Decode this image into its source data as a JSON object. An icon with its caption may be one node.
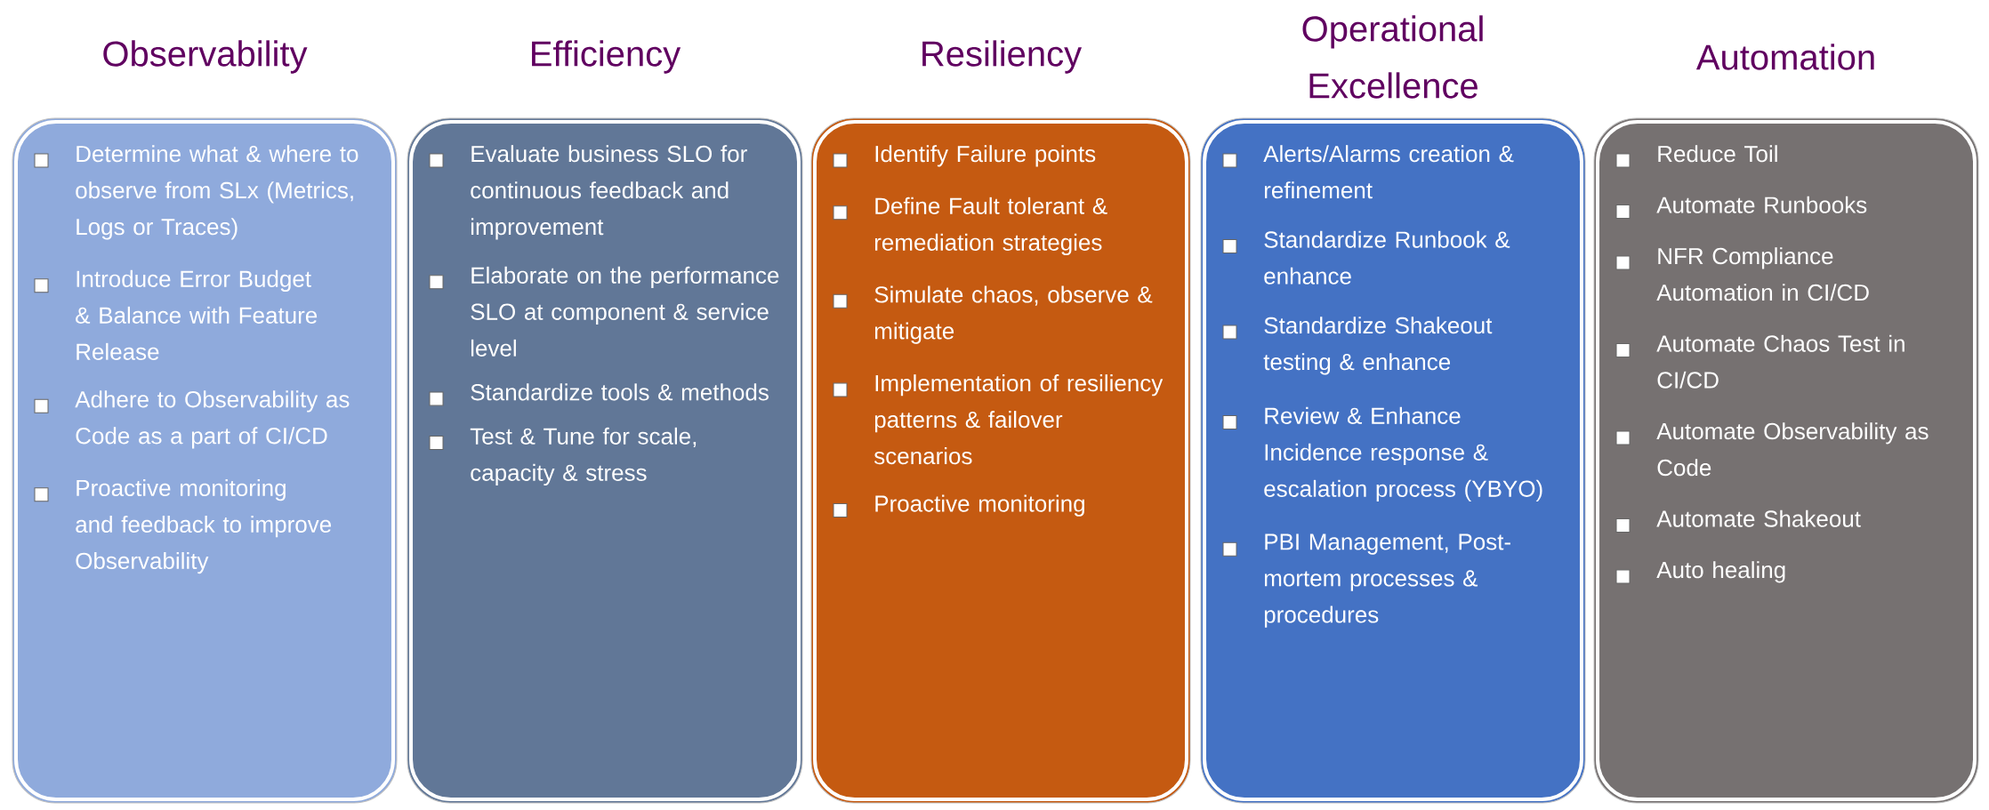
{
  "diagram": {
    "nodes": [
      {
        "text": [
          "Observability",
          "Determine what & where to observe from SLx (Metrics, Logs or Traces)",
          "Introduce Error Budget & Balance  with Feature Release",
          "Adhere to Observability as Code as a part of CI/CD",
          "Proactive monitoring and feedback to improve Observability"
        ]
      },
      {
        "text": [
          "Efficiency",
          "Evaluate business SLO for continuous feedback and improvement",
          "Elaborate on the performance SLO at component & service level",
          "Standardize tools & methods",
          "Test & Tune for scale, capacity & stress"
        ]
      },
      {
        "text": [
          "Resiliency",
          "Identify Failure points",
          "Define Fault tolerant & remediation strategies",
          "Simulate chaos, observe & mitigate",
          "Implementation of resiliency patterns & failover scenarios",
          "Proactive monitoring"
        ]
      },
      {
        "text": [
          "Operational Excellence",
          "Alerts/Alarms creation & refinement",
          "Standardize Runbook & enhance",
          "Standardize Shakeout testing & enhance",
          "Review & Enhance Incidence response & escalation process (YBYO)",
          "PBI Management, Post-mortem processes & procedures"
        ]
      },
      {
        "text": [
          "Automation",
          "Reduce Toil",
          "Automate Runbooks",
          "NFR Compliance Automation in CI/CD",
          "Automate Chaos Test in CI/CD",
          "Automate Observability as Code",
          "Automate Shakeout",
          "Auto healing"
        ]
      }
    ]
  }
}
